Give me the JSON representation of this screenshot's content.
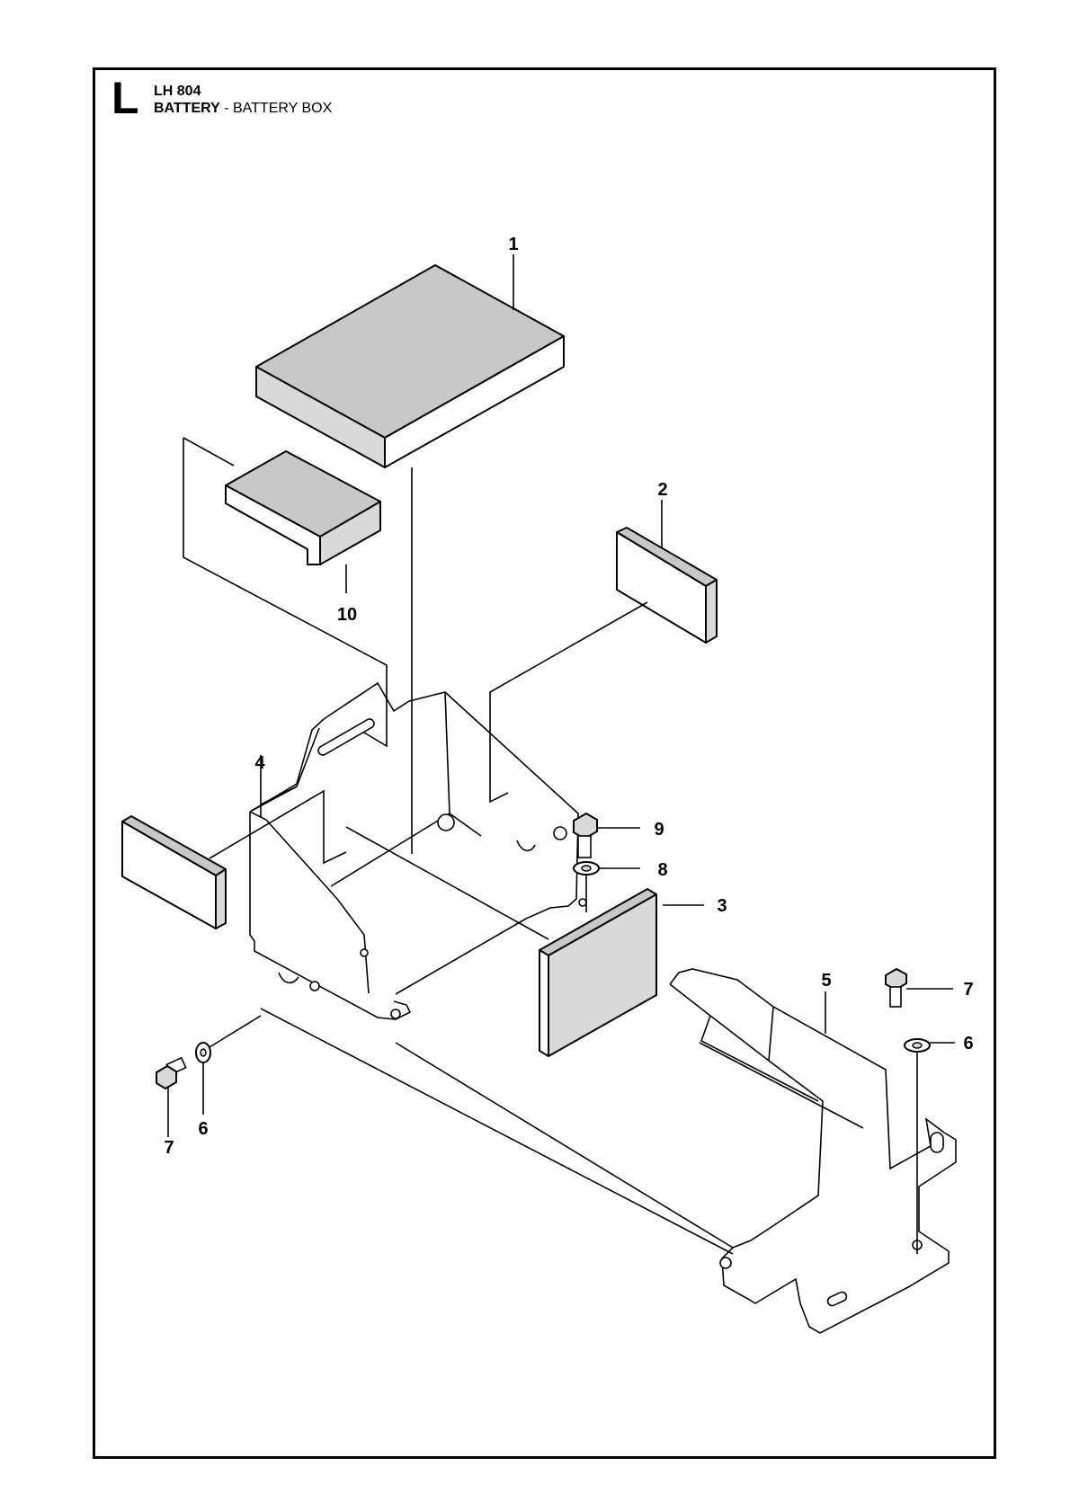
{
  "header": {
    "section_letter": "L",
    "model": "LH 804",
    "title_bold": "BATTERY",
    "title_rest": " - BATTERY BOX"
  },
  "callouts": [
    "1",
    "2",
    "3",
    "4",
    "5",
    "6",
    "7",
    "8",
    "9",
    "10",
    "6",
    "7"
  ]
}
